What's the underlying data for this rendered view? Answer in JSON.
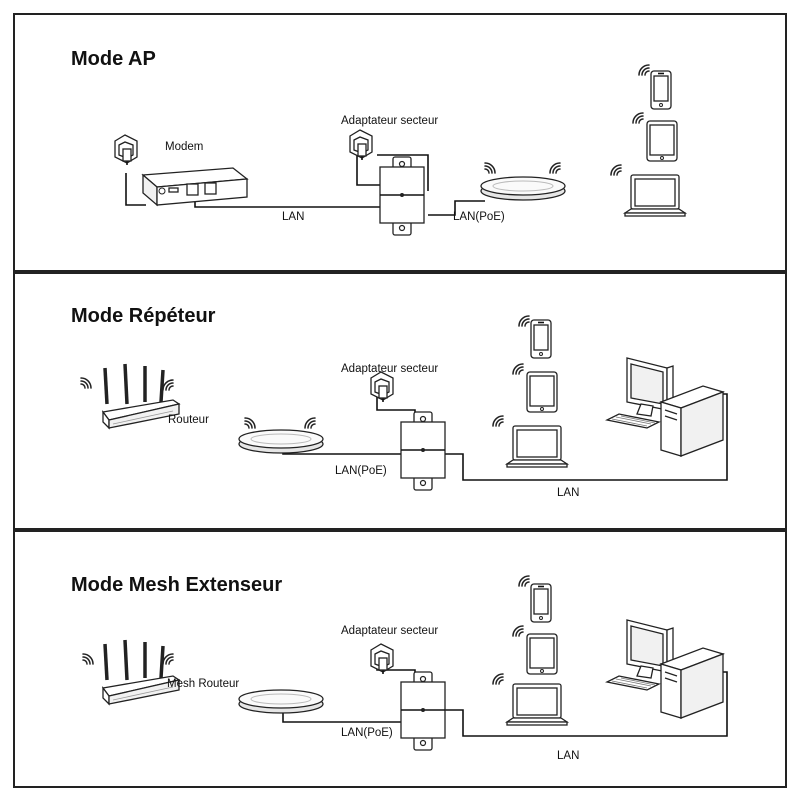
{
  "panels": [
    {
      "title": "Mode AP",
      "labels": {
        "modem": "Modem",
        "adapter": "Adaptateur secteur",
        "lan": "LAN",
        "lan_poe": "LAN(PoE)"
      }
    },
    {
      "title": "Mode Répéteur",
      "labels": {
        "router": "Routeur",
        "adapter": "Adaptateur secteur",
        "lan_poe": "LAN(PoE)",
        "lan": "LAN"
      }
    },
    {
      "title": "Mode Mesh Extenseur",
      "labels": {
        "router": "Mesh Routeur",
        "adapter": "Adaptateur secteur",
        "lan_poe": "LAN(PoE)",
        "lan": "LAN"
      }
    }
  ],
  "icons": [
    "power-outlet-icon",
    "modem-icon",
    "poe-injector-icon",
    "access-point-icon",
    "router-icon",
    "smartphone-icon",
    "tablet-icon",
    "laptop-icon",
    "desktop-computer-icon",
    "wifi-signal-icon"
  ]
}
